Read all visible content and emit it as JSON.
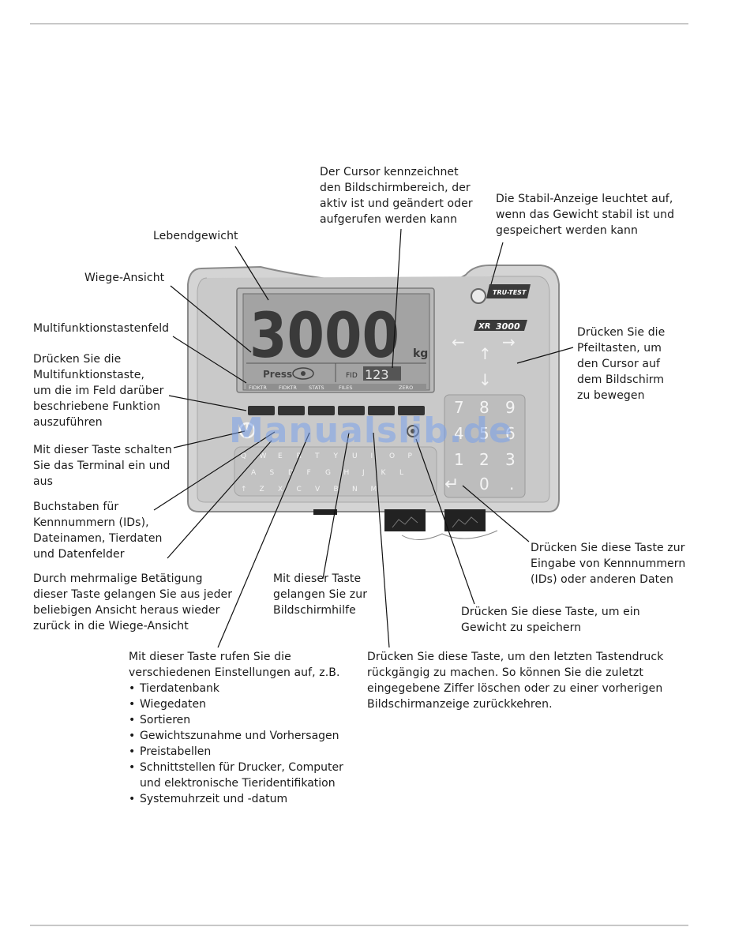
{
  "labels": {
    "cursor": "Der Cursor kennzeichnet\nden Bildschirmbereich, der\naktiv ist und geändert oder\naufgerufen werden kann",
    "stabil": "Die Stabil-Anzeige leuchtet auf,\nwenn das Gewicht stabil ist und\ngespeichert werden kann",
    "lebend": "Lebendgewicht",
    "wiege": "Wiege-Ansicht",
    "multifeld": "Multifunktionstastenfeld",
    "multitaste": "Drücken Sie die\nMultifunktionstaste,\num die im Feld darüber\nbeschriebene Funktion\nauszuführen",
    "pfeil": "Drücken Sie die\nPfeiltasten, um\nden Cursor auf\ndem Bildschirm\nzu bewegen",
    "ein": "Mit dieser Taste schalten\nSie das Terminal ein und\naus",
    "buchstaben": "Buchstaben für\nKennnummern (IDs),\nDateinamen, Tierdaten\nund Datenfelder",
    "enter": "Drücken Sie diese Taste zur\nEingabe von Kennnummern\n(IDs) oder anderen Daten",
    "zurueck": "Durch mehrmalige Betätigung\ndieser Taste gelangen Sie aus jeder\nbeliebigen Ansicht heraus wieder\nzurück in die Wiege-Ansicht",
    "hilfe": "Mit dieser Taste\ngelangen Sie zur\nBildschirmhilfe",
    "speichern": "Drücken Sie diese Taste, um ein\nGewicht zu speichern",
    "einstellungen": "Mit dieser Taste rufen Sie die\nverschiedenen Einstellungen auf, z.B.",
    "undo": "Drücken Sie diese Taste, um den letzten Tastendruck\nrückgängig zu machen. So können Sie die zuletzt\neingegebene Ziffer löschen oder zu einer vorherigen\nBildschirmanzeige zurückkehren."
  },
  "settings_list": [
    "Tierdatenbank",
    "Wiegedaten",
    "Sortieren",
    "Gewichtszunahme und Vorhersagen",
    "Preistabellen",
    "Schnittstellen für Drucker, Computer",
    "Systemuhrzeit und -datum"
  ],
  "settings_list_cont": "und elektronische Tieridentifikation",
  "device": {
    "brand": "TRU-TEST",
    "model_prefix": "XR",
    "model_number": "3000",
    "weight": "3000",
    "unit": "kg",
    "press": "Press",
    "fid": "FID",
    "field_value": "123",
    "softkeys": [
      "FIDKTR",
      "FIDKTR",
      "STATS",
      "FILES",
      "",
      "ZERO"
    ],
    "arrows": [
      "↑",
      "←",
      "→",
      "↓"
    ],
    "keypad": [
      "7",
      "8",
      "9",
      "4",
      "5",
      "6",
      "1",
      "2",
      "3",
      "0",
      "."
    ],
    "enter_symbol": "↵",
    "letters_row1": [
      "Q",
      "W",
      "E",
      "R",
      "T",
      "Y",
      "U",
      "I",
      "O",
      "P"
    ],
    "letters_row2": [
      "A",
      "S",
      "D",
      "F",
      "G",
      "H",
      "J",
      "K",
      "L"
    ],
    "letters_row3": [
      "↑",
      "Z",
      "X",
      "C",
      "V",
      "B",
      "N",
      "M"
    ]
  },
  "watermark": "Manualslib.de"
}
